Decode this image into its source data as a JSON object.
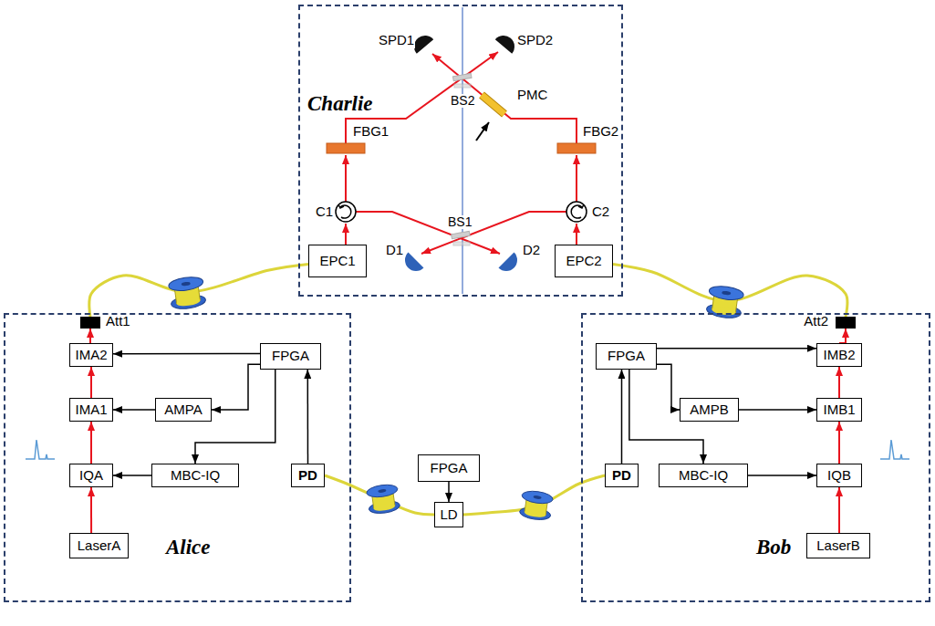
{
  "diagram": {
    "nodes": [
      {
        "text": [
          "Charlie"
        ]
      },
      {
        "text": [
          "EPC1"
        ],
        "in": 0
      },
      {
        "text": [
          "EPC2"
        ],
        "in": 0
      },
      {
        "text": [
          "Alice"
        ]
      },
      {
        "text": [
          "Att1"
        ],
        "in": 3
      },
      {
        "text": [
          "IMA2"
        ],
        "in": 3
      },
      {
        "text": [
          "FPGA"
        ],
        "in": 3
      },
      {
        "text": [
          "IMA1"
        ],
        "in": 3
      },
      {
        "text": [
          "AMPA"
        ],
        "in": 3
      },
      {
        "text": [
          "IQA"
        ],
        "in": 3
      },
      {
        "text": [
          "MBC-IQ"
        ],
        "in": 3
      },
      {
        "text": [
          "PD"
        ],
        "in": 3
      },
      {
        "text": [
          "LaserA"
        ],
        "in": 3
      },
      {
        "text": [
          "FPGA"
        ]
      },
      {
        "text": [
          "LD"
        ]
      },
      {
        "text": [
          "Bob"
        ]
      },
      {
        "text": [
          "Att2"
        ],
        "in": 15
      },
      {
        "text": [
          "FPGA"
        ],
        "in": 15
      },
      {
        "text": [
          "IMB2"
        ],
        "in": 15
      },
      {
        "text": [
          "AMPB"
        ],
        "in": 15
      },
      {
        "text": [
          "IMB1"
        ],
        "in": 15
      },
      {
        "text": [
          "PD"
        ],
        "in": 15
      },
      {
        "text": [
          "MBC-IQ"
        ],
        "in": 15
      },
      {
        "text": [
          "IQB"
        ],
        "in": 15
      },
      {
        "text": [
          "LaserB"
        ],
        "in": 15
      }
    ],
    "edges": [
      {
        "from": 12,
        "to": 9,
        "arrow": "to"
      },
      {
        "from": 9,
        "to": 7,
        "arrow": "to"
      },
      {
        "from": 7,
        "to": 5,
        "arrow": "to"
      },
      {
        "from": 5,
        "to": 4,
        "arrow": "to"
      },
      {
        "from": 10,
        "to": 9,
        "arrow": "to"
      },
      {
        "from": 8,
        "to": 7,
        "arrow": "to"
      },
      {
        "from": 6,
        "to": 5,
        "arrow": "to"
      },
      {
        "from": 6,
        "to": 8,
        "arrow": "to"
      },
      {
        "from": 6,
        "to": 10,
        "arrow": "to"
      },
      {
        "from": 11,
        "to": 6,
        "arrow": "to"
      },
      {
        "from": 13,
        "to": 14,
        "arrow": "to"
      },
      {
        "from": 14,
        "to": 11,
        "arrow": "none"
      },
      {
        "from": 14,
        "to": 21,
        "arrow": "none"
      },
      {
        "from": 4,
        "to": 1,
        "arrow": "none"
      },
      {
        "from": 16,
        "to": 2,
        "arrow": "none"
      },
      {
        "from": 24,
        "to": 23,
        "arrow": "to"
      },
      {
        "from": 23,
        "to": 20,
        "arrow": "to"
      },
      {
        "from": 20,
        "to": 18,
        "arrow": "to"
      },
      {
        "from": 18,
        "to": 16,
        "arrow": "to"
      },
      {
        "from": 22,
        "to": 23,
        "arrow": "to"
      },
      {
        "from": 19,
        "to": 20,
        "arrow": "to"
      },
      {
        "from": 17,
        "to": 18,
        "arrow": "to"
      },
      {
        "from": 17,
        "to": 19,
        "arrow": "to"
      },
      {
        "from": 17,
        "to": 22,
        "arrow": "to"
      },
      {
        "from": 21,
        "to": 17,
        "arrow": "to"
      }
    ],
    "labels": [
      "SPD1",
      "SPD2",
      "BS2",
      "PMC",
      "FBG1",
      "FBG2",
      "C1",
      "C2",
      "BS1",
      "D1",
      "D2"
    ]
  }
}
